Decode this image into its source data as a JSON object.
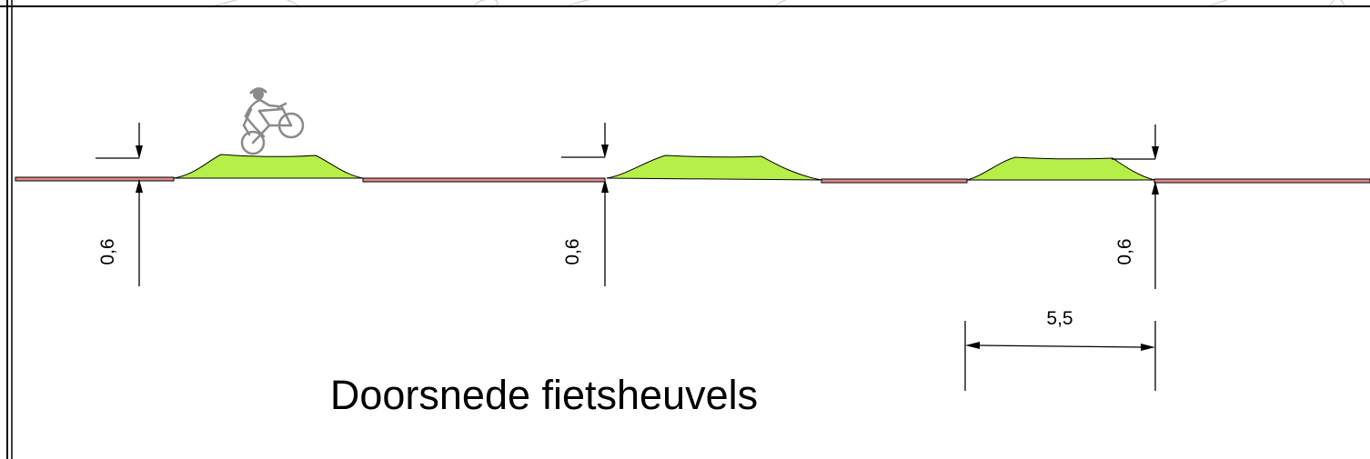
{
  "drawing": {
    "title": "Doorsnede fietsheuvels",
    "dimensions": {
      "height_left": "0,6",
      "height_middle": "0,6",
      "height_right": "0,6",
      "width": "5,5"
    },
    "icons": {
      "cyclist": "cyclist-icon"
    },
    "colors": {
      "hill_fill": "#b5ef48",
      "path_fill": "#dd8a8a",
      "line": "#000000",
      "cyclist": "#8a8a8a"
    }
  }
}
